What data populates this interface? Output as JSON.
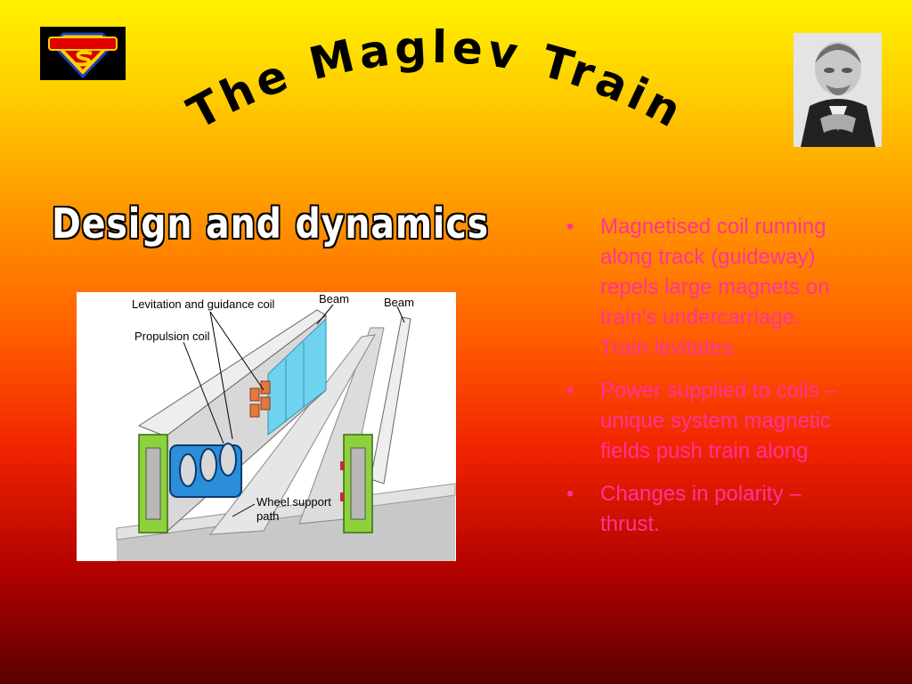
{
  "title": "The Maglev Train",
  "subtitle": "Design and dynamics",
  "diagram": {
    "labels": {
      "levitation_coil": "Levitation and guidance coil",
      "propulsion_coil": "Propulsion coil",
      "beam_left": "Beam",
      "beam_right": "Beam",
      "wheel_path_line1": "Wheel support",
      "wheel_path_line2": "path"
    }
  },
  "bullets": [
    "Magnetised coil running along track (guideway) repels large magnets on train's undercarriage. Train levitates.",
    "Power supplied to coils – unique system magnetic fields push train along",
    "Changes in polarity – thrust."
  ],
  "colors": {
    "bullet_text": "#ff3399",
    "title_text": "#000000",
    "subtitle_text": "#ffffff"
  },
  "icons": {
    "logo": "superman-logo-icon",
    "portrait": "portrait-photo-icon"
  }
}
